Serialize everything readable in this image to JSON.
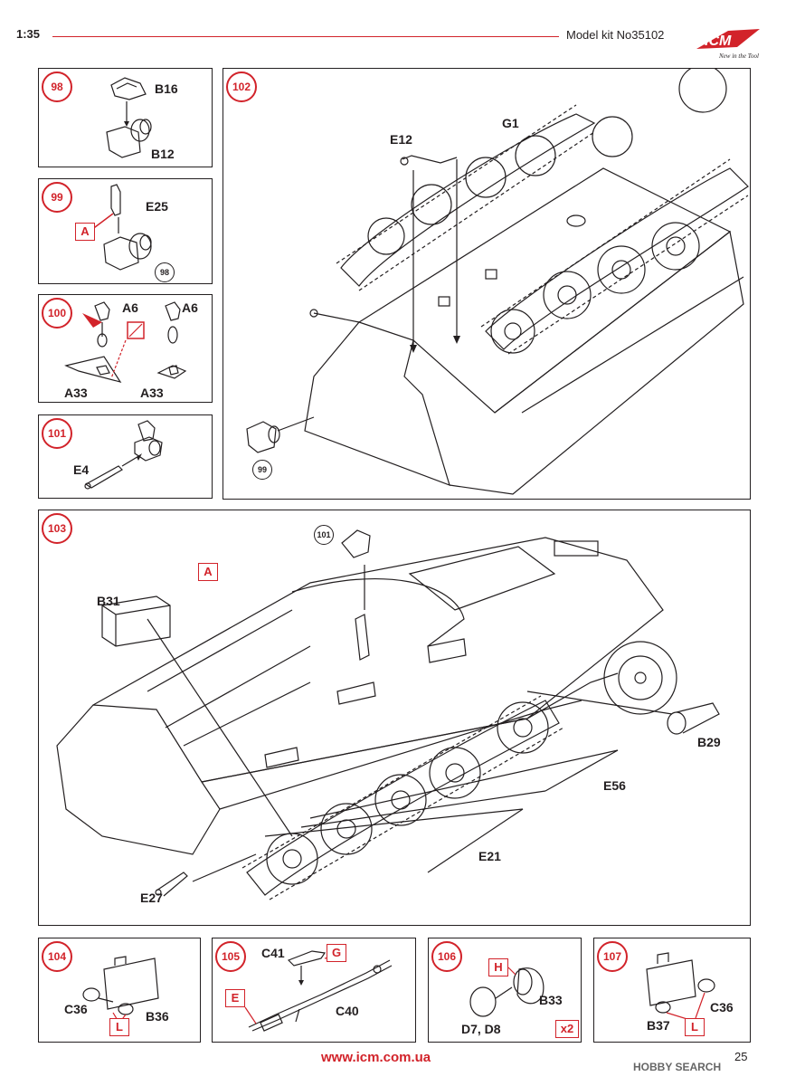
{
  "header": {
    "scale": "1:35",
    "kit": "Model kit No35102",
    "logo": "ICM",
    "logo_sub": "New in the Tool"
  },
  "steps": {
    "s98": {
      "num": "98",
      "parts": [
        "B16",
        "B12"
      ]
    },
    "s99": {
      "num": "99",
      "parts": [
        "E25"
      ],
      "box": "A",
      "ref": "98"
    },
    "s100": {
      "num": "100",
      "parts": [
        "A6",
        "A6",
        "A33",
        "A33"
      ]
    },
    "s101": {
      "num": "101",
      "parts": [
        "E4"
      ]
    },
    "s102": {
      "num": "102",
      "parts": [
        "E12",
        "G1"
      ],
      "ref": "99"
    },
    "s103": {
      "num": "103",
      "parts": [
        "B31",
        "B29",
        "E56",
        "E21",
        "E27"
      ],
      "box": "A",
      "ref": "101"
    },
    "s104": {
      "num": "104",
      "parts": [
        "C36",
        "B36"
      ],
      "box": "L"
    },
    "s105": {
      "num": "105",
      "parts": [
        "C41",
        "C40"
      ],
      "box_g": "G",
      "box_e": "E"
    },
    "s106": {
      "num": "106",
      "parts": [
        "B33",
        "D7, D8"
      ],
      "box": "H",
      "qty": "x2"
    },
    "s107": {
      "num": "107",
      "parts": [
        "B37",
        "C36"
      ],
      "box": "L"
    }
  },
  "footer": {
    "url": "www.icm.com.ua",
    "page": "25",
    "watermark": "HOBBY SEARCH"
  },
  "colors": {
    "accent": "#d2232a",
    "ink": "#231f20"
  }
}
